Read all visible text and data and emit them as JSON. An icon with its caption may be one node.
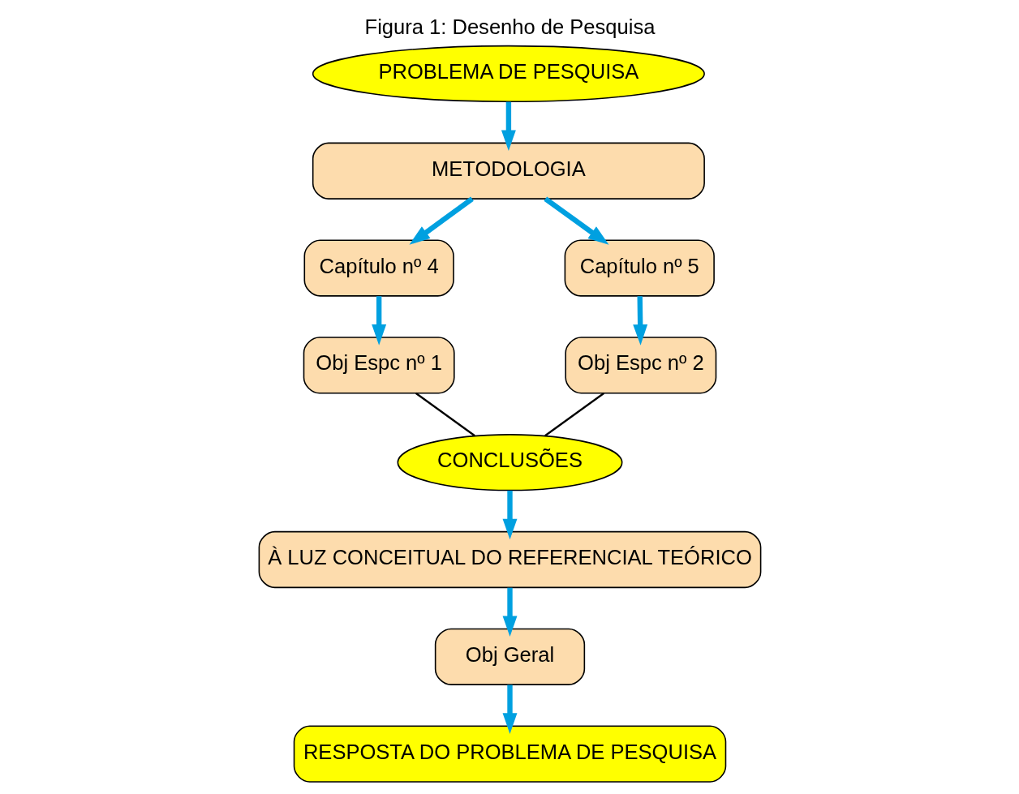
{
  "diagram": {
    "title": "Figura 1: Desenho de Pesquisa",
    "nodes": [
      {
        "text": [
          "PROBLEMA DE PESQUISA"
        ]
      },
      {
        "text": [
          "METODOLOGIA"
        ]
      },
      {
        "text": [
          "Capítulo nº 4"
        ]
      },
      {
        "text": [
          "Capítulo nº 5"
        ]
      },
      {
        "text": [
          "Obj Espc nº 1"
        ]
      },
      {
        "text": [
          "Obj Espc nº 2"
        ]
      },
      {
        "text": [
          "CONCLUSÕES"
        ]
      },
      {
        "text": [
          "À LUZ CONCEITUAL DO REFERENCIAL TEÓRICO"
        ]
      },
      {
        "text": [
          "Obj Geral"
        ]
      },
      {
        "text": [
          "RESPOSTA DO PROBLEMA DE PESQUISA"
        ]
      }
    ],
    "edges": [
      {
        "from": 0,
        "to": 1,
        "arrow": "to"
      },
      {
        "from": 1,
        "to": 2,
        "arrow": "to"
      },
      {
        "from": 1,
        "to": 3,
        "arrow": "to"
      },
      {
        "from": 2,
        "to": 4,
        "arrow": "to"
      },
      {
        "from": 3,
        "to": 5,
        "arrow": "to"
      },
      {
        "from": 4,
        "to": 6,
        "arrow": "none",
        "color": "#000000"
      },
      {
        "from": 5,
        "to": 6,
        "arrow": "none",
        "color": "#000000"
      },
      {
        "from": 6,
        "to": 7,
        "arrow": "to"
      },
      {
        "from": 7,
        "to": 8,
        "arrow": "to"
      },
      {
        "from": 8,
        "to": 9,
        "arrow": "to"
      }
    ]
  }
}
